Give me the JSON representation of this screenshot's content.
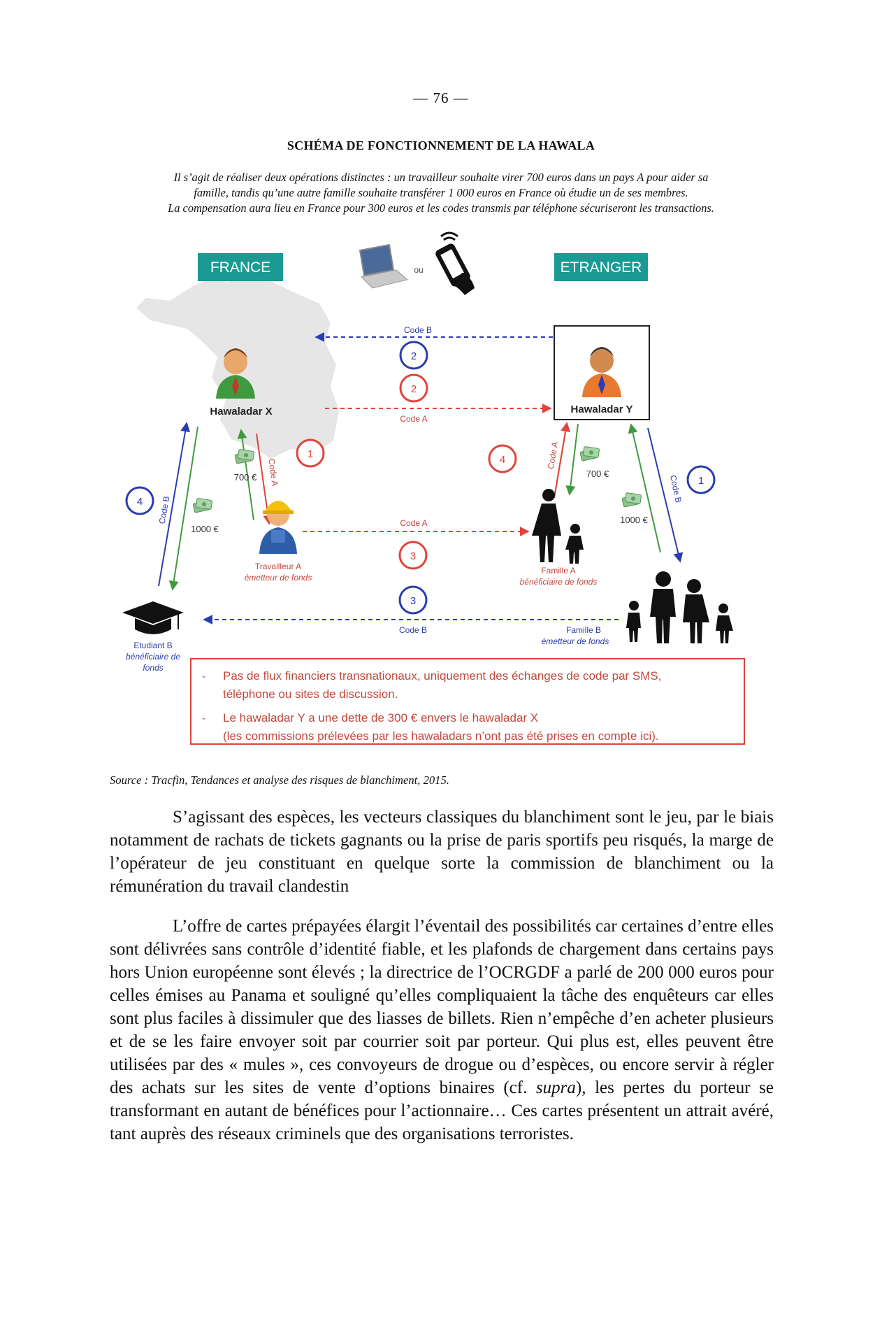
{
  "page_number": "— 76 —",
  "schema": {
    "title": "SCHÉMA DE FONCTIONNEMENT DE LA HAWALA",
    "intro_line1": "Il s’agit de réaliser deux opérations distinctes : un travailleur souhaite virer 700 euros dans un pays A pour aider sa",
    "intro_line2": "famille, tandis qu’une autre famille souhaite transférer 1 000 euros en France où étudie un de ses membres.",
    "intro_line3": "La compensation aura lieu en France pour 300 euros et les codes transmis par téléphone sécuriseront les transactions."
  },
  "diagram": {
    "france_label": "FRANCE",
    "etranger_label": "ETRANGER",
    "ou_label": "ou",
    "hawaladar_x": "Hawaladar X",
    "hawaladar_y": "Hawaladar Y",
    "travailleur_a_line1": "Travailleur A",
    "travailleur_a_line2": "émetteur de fonds",
    "famille_a_line1": "Famille A",
    "famille_a_line2": "bénéficiaire de fonds",
    "famille_b_line1": "Famille B",
    "famille_b_line2": "émetteur de fonds",
    "etudiant_b_line1": "Etudiant B",
    "etudiant_b_line2": "bénéficiaire de",
    "etudiant_b_line3": "fonds",
    "code_a": "Code A",
    "code_b": "Code B",
    "amount_700": "700 €",
    "amount_1000": "1000 €",
    "step_1": "1",
    "step_2": "2",
    "step_3": "3",
    "step_4": "4",
    "note_bullet": "-",
    "note1_line1": "Pas de flux financiers transnationaux, uniquement des échanges de code par SMS,",
    "note1_line2": "téléphone ou sites de discussion.",
    "note2_line1": "Le hawaladar Y a une dette de 300 € envers le hawaladar X",
    "note2_line2": "(les commissions prélevées par les hawaladars n’ont pas été prises en compte ici).",
    "colors": {
      "teal": "#1a9a93",
      "red": "#e0443a",
      "blue": "#2a3db0",
      "green": "#3f9a3f",
      "label_red": "#c2473c",
      "label_blue": "#2c3fa6"
    }
  },
  "source": "Source : Tracfin, Tendances et analyse des risques de blanchiment, 2015.",
  "paragraph1": "S’agissant des espèces, les vecteurs classiques du blanchiment sont le jeu, par le biais notamment de rachats de tickets gagnants ou la prise de paris sportifs peu risqués, la marge de l’opérateur de jeu constituant en quelque sorte la commission de blanchiment ou la rémunération du travail clandestin",
  "paragraph2_part1": "L’offre de cartes prépayées élargit l’éventail des possibilités car certaines d’entre elles sont délivrées sans contrôle d’identité fiable, et les plafonds de chargement dans certains pays hors Union européenne sont élevés ; la directrice de l’OCRGDF a parlé de 200 000 euros pour celles émises au Panama et souligné qu’elles compliquaient la tâche des enquêteurs car elles sont plus faciles à dissimuler que des liasses de billets. Rien n’empêche d’en acheter plusieurs et de se les faire envoyer soit par courrier soit par porteur. Qui plus est, elles peuvent être utilisées par des « mules », ces convoyeurs de drogue ou d’espèces, ou encore servir à régler des achats sur les sites de vente d’options binaires (cf.",
  "paragraph2_italic": "supra",
  "paragraph2_part2": "), les pertes du porteur se transformant en autant de bénéfices pour l’actionnaire… Ces cartes présentent un attrait avéré, tant auprès des réseaux criminels que des organisations terroristes."
}
